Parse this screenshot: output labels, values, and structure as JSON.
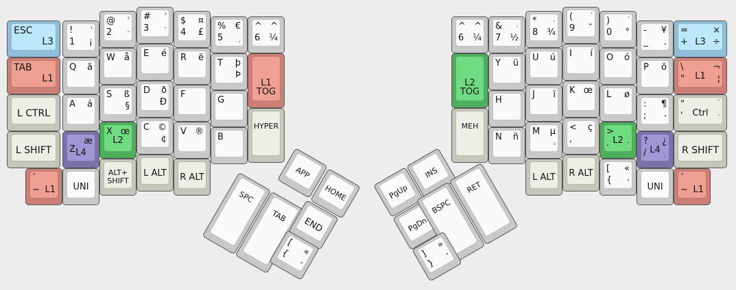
{
  "colors": {
    "default": [
      "#c9c9c9",
      "#fafafa"
    ],
    "mod": [
      "#c6c6ba",
      "#eeeee6"
    ],
    "red": [
      "#cc7f77",
      "#f0a093"
    ],
    "green": [
      "#4daf5b",
      "#6fdc81"
    ],
    "blue": [
      "#8fbedd",
      "#bde8fb"
    ],
    "purple": [
      "#7c72ab",
      "#a197d6"
    ]
  },
  "keys": [
    {
      "name": "esc",
      "color": "blue",
      "labels": [
        {
          "p": "tl",
          "t": "ESC",
          "s": "big"
        },
        {
          "p": "br",
          "t": "L3",
          "s": "big"
        }
      ]
    },
    {
      "name": "1",
      "color": "default",
      "labels": [
        {
          "p": "tl",
          "t": "!"
        },
        {
          "p": "tr",
          "t": "¹",
          "s": "small"
        },
        {
          "p": "bl",
          "t": "1"
        },
        {
          "p": "br",
          "t": "¡"
        }
      ]
    },
    {
      "name": "2",
      "color": "default",
      "labels": [
        {
          "p": "tl",
          "t": "@"
        },
        {
          "p": "tr",
          "t": "²",
          "s": "small"
        },
        {
          "p": "bl",
          "t": "2"
        },
        {
          "p": "br",
          "t": "˝",
          "s": "small"
        }
      ]
    },
    {
      "name": "3",
      "color": "default",
      "labels": [
        {
          "p": "tl",
          "t": "#"
        },
        {
          "p": "tr",
          "t": "³",
          "s": "small"
        },
        {
          "p": "bl",
          "t": "3"
        },
        {
          "p": "br",
          "t": "¯",
          "s": "small"
        }
      ]
    },
    {
      "name": "4",
      "color": "default",
      "labels": [
        {
          "p": "tl",
          "t": "$"
        },
        {
          "p": "tr",
          "t": "¤"
        },
        {
          "p": "bl",
          "t": "4"
        },
        {
          "p": "br",
          "t": "£"
        }
      ]
    },
    {
      "name": "5",
      "color": "default",
      "labels": [
        {
          "p": "tl",
          "t": "%"
        },
        {
          "p": "tr",
          "t": "€"
        },
        {
          "p": "bl",
          "t": "5"
        },
        {
          "p": "br",
          "t": "¸",
          "s": "small"
        }
      ]
    },
    {
      "name": "6",
      "color": "default",
      "labels": [
        {
          "p": "tl",
          "t": "^"
        },
        {
          "p": "tr",
          "t": "^"
        },
        {
          "p": "bl",
          "t": "6"
        },
        {
          "p": "br",
          "t": "¼"
        }
      ]
    },
    {
      "name": "tab",
      "color": "red",
      "labels": [
        {
          "p": "tl",
          "t": "TAB",
          "s": "big"
        },
        {
          "p": "br",
          "t": "L1",
          "s": "big"
        }
      ]
    },
    {
      "name": "q",
      "color": "default",
      "labels": [
        {
          "p": "tl",
          "t": "Q"
        },
        {
          "p": "tr",
          "t": "ä"
        }
      ]
    },
    {
      "name": "w",
      "color": "default",
      "labels": [
        {
          "p": "tl",
          "t": "W"
        },
        {
          "p": "tr",
          "t": "å"
        }
      ]
    },
    {
      "name": "e",
      "color": "default",
      "labels": [
        {
          "p": "tl",
          "t": "E"
        },
        {
          "p": "tr",
          "t": "é"
        }
      ]
    },
    {
      "name": "r",
      "color": "default",
      "labels": [
        {
          "p": "tl",
          "t": "R"
        },
        {
          "p": "tr",
          "t": "ë"
        }
      ]
    },
    {
      "name": "t",
      "color": "default",
      "labels": [
        {
          "p": "tl",
          "t": "T"
        },
        {
          "p": "tr",
          "t": "þ"
        },
        {
          "p": "br",
          "t": "Þ"
        }
      ]
    },
    {
      "name": "l1-tog-left",
      "color": "red",
      "labels": [
        {
          "p": "bc",
          "t": "L1\nTOG"
        }
      ]
    },
    {
      "name": "lctrl",
      "color": "mod",
      "labels": [
        {
          "p": "cc",
          "t": "L CTRL",
          "s": "big"
        }
      ]
    },
    {
      "name": "a",
      "color": "default",
      "labels": [
        {
          "p": "tl",
          "t": "A"
        },
        {
          "p": "tr",
          "t": "á"
        }
      ]
    },
    {
      "name": "s",
      "color": "default",
      "labels": [
        {
          "p": "tl",
          "t": "S"
        },
        {
          "p": "tr",
          "t": "ß"
        },
        {
          "p": "br",
          "t": "§"
        }
      ]
    },
    {
      "name": "d",
      "color": "default",
      "labels": [
        {
          "p": "tl",
          "t": "D"
        },
        {
          "p": "tr",
          "t": "ð"
        },
        {
          "p": "br",
          "t": "Đ"
        }
      ]
    },
    {
      "name": "f",
      "color": "default",
      "labels": [
        {
          "p": "tl",
          "t": "F"
        }
      ]
    },
    {
      "name": "g",
      "color": "default",
      "labels": [
        {
          "p": "tl",
          "t": "G"
        }
      ]
    },
    {
      "name": "hyper",
      "color": "mod",
      "labels": [
        {
          "p": "cc",
          "t": "HYPER",
          "s": "mid"
        }
      ]
    },
    {
      "name": "lshift",
      "color": "mod",
      "labels": [
        {
          "p": "cc",
          "t": "L SHIFT",
          "s": "big"
        }
      ]
    },
    {
      "name": "z",
      "color": "purple",
      "labels": [
        {
          "p": "ml",
          "t": "Z"
        },
        {
          "p": "tr",
          "t": "æ"
        },
        {
          "p": "bc",
          "t": "L4"
        }
      ]
    },
    {
      "name": "x",
      "color": "green",
      "labels": [
        {
          "p": "tl",
          "t": "X"
        },
        {
          "p": "tr",
          "t": "œ"
        },
        {
          "p": "cc",
          "t": "L2"
        }
      ]
    },
    {
      "name": "c",
      "color": "default",
      "labels": [
        {
          "p": "tl",
          "t": "C"
        },
        {
          "p": "tr",
          "t": "©"
        },
        {
          "p": "br",
          "t": "¢"
        }
      ]
    },
    {
      "name": "v",
      "color": "default",
      "labels": [
        {
          "p": "tl",
          "t": "V"
        },
        {
          "p": "tr",
          "t": "®"
        }
      ]
    },
    {
      "name": "b",
      "color": "default",
      "labels": [
        {
          "p": "tl",
          "t": "B"
        }
      ]
    },
    {
      "name": "grave",
      "color": "red",
      "labels": [
        {
          "p": "tl",
          "t": "`"
        },
        {
          "p": "bl",
          "t": "~"
        },
        {
          "p": "br",
          "t": "L1"
        }
      ]
    },
    {
      "name": "uni-left",
      "color": "default",
      "labels": [
        {
          "p": "cc",
          "t": "UNI"
        }
      ]
    },
    {
      "name": "alt-shift",
      "color": "mod",
      "labels": [
        {
          "p": "cc",
          "t": "ALT+\nSHIFT",
          "s": "mid"
        }
      ]
    },
    {
      "name": "lalt-left",
      "color": "mod",
      "labels": [
        {
          "p": "cc",
          "t": "L ALT"
        }
      ]
    },
    {
      "name": "ralt-left",
      "color": "mod",
      "labels": [
        {
          "p": "cc",
          "t": "R ALT"
        }
      ]
    },
    {
      "name": "app",
      "color": "default",
      "labels": [
        {
          "p": "cc",
          "t": "APP",
          "s": "mid"
        }
      ]
    },
    {
      "name": "home",
      "color": "default",
      "labels": [
        {
          "p": "cc",
          "t": "HOME",
          "s": "mid"
        }
      ]
    },
    {
      "name": "spc",
      "color": "default",
      "labels": [
        {
          "p": "cc",
          "t": "SPC",
          "s": "mid"
        }
      ]
    },
    {
      "name": "tab-thumb",
      "color": "default",
      "labels": [
        {
          "p": "cc",
          "t": "TAB",
          "s": "mid"
        }
      ]
    },
    {
      "name": "end",
      "color": "default",
      "labels": [
        {
          "p": "cc",
          "t": "END"
        }
      ]
    },
    {
      "name": "lbrace",
      "color": "default",
      "labels": [
        {
          "p": "tl",
          "t": "["
        },
        {
          "p": "tr",
          "t": "«"
        },
        {
          "p": "bl",
          "t": "{"
        },
        {
          "p": "br",
          "t": "“",
          "s": "small"
        }
      ]
    },
    {
      "name": "6r",
      "color": "default",
      "labels": [
        {
          "p": "tl",
          "t": "^"
        },
        {
          "p": "tr",
          "t": "^"
        },
        {
          "p": "bl",
          "t": "6"
        },
        {
          "p": "br",
          "t": "¼"
        }
      ]
    },
    {
      "name": "7",
      "color": "default",
      "labels": [
        {
          "p": "tl",
          "t": "&"
        },
        {
          "p": "tr",
          "t": "˛",
          "s": "small"
        },
        {
          "p": "bl",
          "t": "7"
        },
        {
          "p": "br",
          "t": "½"
        }
      ]
    },
    {
      "name": "8",
      "color": "default",
      "labels": [
        {
          "p": "tl",
          "t": "*"
        },
        {
          "p": "tr",
          "t": "˛",
          "s": "small"
        },
        {
          "p": "bl",
          "t": "8"
        },
        {
          "p": "br",
          "t": "¾"
        }
      ]
    },
    {
      "name": "9",
      "color": "default",
      "labels": [
        {
          "p": "tl",
          "t": "("
        },
        {
          "p": "tr",
          "t": "'",
          "s": "small"
        },
        {
          "p": "bl",
          "t": "9"
        },
        {
          "p": "br",
          "t": "˘"
        }
      ]
    },
    {
      "name": "0",
      "color": "default",
      "labels": [
        {
          "p": "tl",
          "t": ")"
        },
        {
          "p": "tr",
          "t": "'",
          "s": "small"
        },
        {
          "p": "bl",
          "t": "0"
        },
        {
          "p": "br",
          "t": "°"
        }
      ]
    },
    {
      "name": "minus",
      "color": "default",
      "labels": [
        {
          "p": "tl",
          "t": "-"
        },
        {
          "p": "tr",
          "t": "¥"
        },
        {
          "p": "bl",
          "t": "_"
        },
        {
          "p": "br",
          "t": "."
        }
      ]
    },
    {
      "name": "equals",
      "color": "blue",
      "labels": [
        {
          "p": "tl",
          "t": "="
        },
        {
          "p": "tr",
          "t": "×"
        },
        {
          "p": "bl",
          "t": "+"
        },
        {
          "p": "bc",
          "t": "L3"
        },
        {
          "p": "br",
          "t": "÷"
        }
      ]
    },
    {
      "name": "l2-tog",
      "color": "green",
      "labels": [
        {
          "p": "bc",
          "t": "L2\nTOG"
        }
      ]
    },
    {
      "name": "y",
      "color": "default",
      "labels": [
        {
          "p": "tl",
          "t": "Y"
        },
        {
          "p": "tr",
          "t": "ü"
        }
      ]
    },
    {
      "name": "u",
      "color": "default",
      "labels": [
        {
          "p": "tl",
          "t": "U"
        },
        {
          "p": "tr",
          "t": "ú"
        }
      ]
    },
    {
      "name": "i",
      "color": "default",
      "labels": [
        {
          "p": "tl",
          "t": "I"
        },
        {
          "p": "tr",
          "t": "í"
        }
      ]
    },
    {
      "name": "o",
      "color": "default",
      "labels": [
        {
          "p": "tl",
          "t": "O"
        },
        {
          "p": "tr",
          "t": "ó"
        }
      ]
    },
    {
      "name": "p",
      "color": "default",
      "labels": [
        {
          "p": "tl",
          "t": "P"
        },
        {
          "p": "tr",
          "t": "ö"
        }
      ]
    },
    {
      "name": "backslash",
      "color": "red",
      "labels": [
        {
          "p": "tl",
          "t": "\\"
        },
        {
          "p": "tr",
          "t": "¬"
        },
        {
          "p": "cc",
          "t": "L1"
        },
        {
          "p": "bl",
          "t": "\""
        },
        {
          "p": "br",
          "t": "¦"
        }
      ]
    },
    {
      "name": "meh",
      "color": "mod",
      "labels": [
        {
          "p": "cc",
          "t": "MEH",
          "s": "mid"
        }
      ]
    },
    {
      "name": "h",
      "color": "default",
      "labels": [
        {
          "p": "tl",
          "t": "H"
        }
      ]
    },
    {
      "name": "j",
      "color": "default",
      "labels": [
        {
          "p": "tl",
          "t": "J"
        },
        {
          "p": "tr",
          "t": "ï"
        }
      ]
    },
    {
      "name": "k",
      "color": "default",
      "labels": [
        {
          "p": "tl",
          "t": "K"
        },
        {
          "p": "tr",
          "t": "œ"
        }
      ]
    },
    {
      "name": "l",
      "color": "default",
      "labels": [
        {
          "p": "tl",
          "t": "L"
        },
        {
          "p": "tr",
          "t": "ø"
        }
      ]
    },
    {
      "name": "semicolon",
      "color": "default",
      "labels": [
        {
          "p": "tl",
          "t": ":"
        },
        {
          "p": "tr",
          "t": "¶"
        },
        {
          "p": "bl",
          "t": ";"
        },
        {
          "p": "br",
          "t": "°",
          "s": "small"
        }
      ]
    },
    {
      "name": "quote-ctrl",
      "color": "mod",
      "labels": [
        {
          "p": "tl",
          "t": "\""
        },
        {
          "p": "tr",
          "t": "´",
          "s": "small"
        },
        {
          "p": "cc",
          "t": "Ctrl"
        },
        {
          "p": "bl",
          "t": "'"
        },
        {
          "p": "br",
          "t": "¨",
          "s": "small"
        }
      ]
    },
    {
      "name": "n",
      "color": "default",
      "labels": [
        {
          "p": "tl",
          "t": "N"
        },
        {
          "p": "tr",
          "t": "ñ"
        }
      ]
    },
    {
      "name": "m",
      "color": "default",
      "labels": [
        {
          "p": "tl",
          "t": "M"
        },
        {
          "p": "tr",
          "t": "µ"
        },
        {
          "p": "br",
          "t": "¹",
          "s": "small"
        }
      ]
    },
    {
      "name": "comma",
      "color": "default",
      "labels": [
        {
          "p": "tl",
          "t": "<"
        },
        {
          "p": "tr",
          "t": "ç"
        },
        {
          "p": "bl",
          "t": ","
        }
      ]
    },
    {
      "name": "period",
      "color": "green",
      "labels": [
        {
          "p": "tl",
          "t": ">"
        },
        {
          "p": "cc",
          "t": "L2"
        },
        {
          "p": "bl",
          "t": "."
        },
        {
          "p": "br",
          "t": "˘",
          "s": "small"
        }
      ]
    },
    {
      "name": "slash",
      "color": "purple",
      "labels": [
        {
          "p": "tl",
          "t": "?"
        },
        {
          "p": "tr",
          "t": "¿"
        },
        {
          "p": "cc",
          "t": "L4"
        },
        {
          "p": "bl",
          "t": "/"
        },
        {
          "p": "br",
          "t": "˛",
          "s": "small"
        }
      ]
    },
    {
      "name": "rshift",
      "color": "mod",
      "labels": [
        {
          "p": "cc",
          "t": "R SHIFT",
          "s": "big"
        }
      ]
    },
    {
      "name": "lalt-right",
      "color": "mod",
      "labels": [
        {
          "p": "cc",
          "t": "L ALT"
        }
      ]
    },
    {
      "name": "ralt-right",
      "color": "mod",
      "labels": [
        {
          "p": "cc",
          "t": "R ALT"
        }
      ]
    },
    {
      "name": "rbrace-top",
      "color": "default",
      "labels": [
        {
          "p": "tl",
          "t": "["
        },
        {
          "p": "tr",
          "t": "«"
        },
        {
          "p": "bl",
          "t": "{"
        },
        {
          "p": "br",
          "t": "“",
          "s": "small"
        }
      ]
    },
    {
      "name": "uni-right",
      "color": "default",
      "labels": [
        {
          "p": "cc",
          "t": "UNI"
        }
      ]
    },
    {
      "name": "grave-right",
      "color": "red",
      "labels": [
        {
          "p": "tl",
          "t": "`"
        },
        {
          "p": "bl",
          "t": "~"
        },
        {
          "p": "br",
          "t": "L1"
        }
      ]
    },
    {
      "name": "pgup",
      "color": "default",
      "labels": [
        {
          "p": "cc",
          "t": "PgUp",
          "s": "mid"
        }
      ]
    },
    {
      "name": "ins",
      "color": "default",
      "labels": [
        {
          "p": "cc",
          "t": "INS",
          "s": "mid"
        }
      ]
    },
    {
      "name": "pgdn",
      "color": "default",
      "labels": [
        {
          "p": "cc",
          "t": "PgDn",
          "s": "mid"
        }
      ]
    },
    {
      "name": "bspc",
      "color": "default",
      "labels": [
        {
          "p": "cc",
          "t": "BSPC",
          "s": "mid"
        }
      ]
    },
    {
      "name": "ret",
      "color": "default",
      "labels": [
        {
          "p": "cc",
          "t": "RET",
          "s": "mid"
        }
      ]
    },
    {
      "name": "rbracket",
      "color": "default",
      "labels": [
        {
          "p": "tl",
          "t": "]"
        },
        {
          "p": "tr",
          "t": "»"
        },
        {
          "p": "bl",
          "t": "}"
        },
        {
          "p": "br",
          "t": "”",
          "s": "small"
        }
      ]
    }
  ]
}
